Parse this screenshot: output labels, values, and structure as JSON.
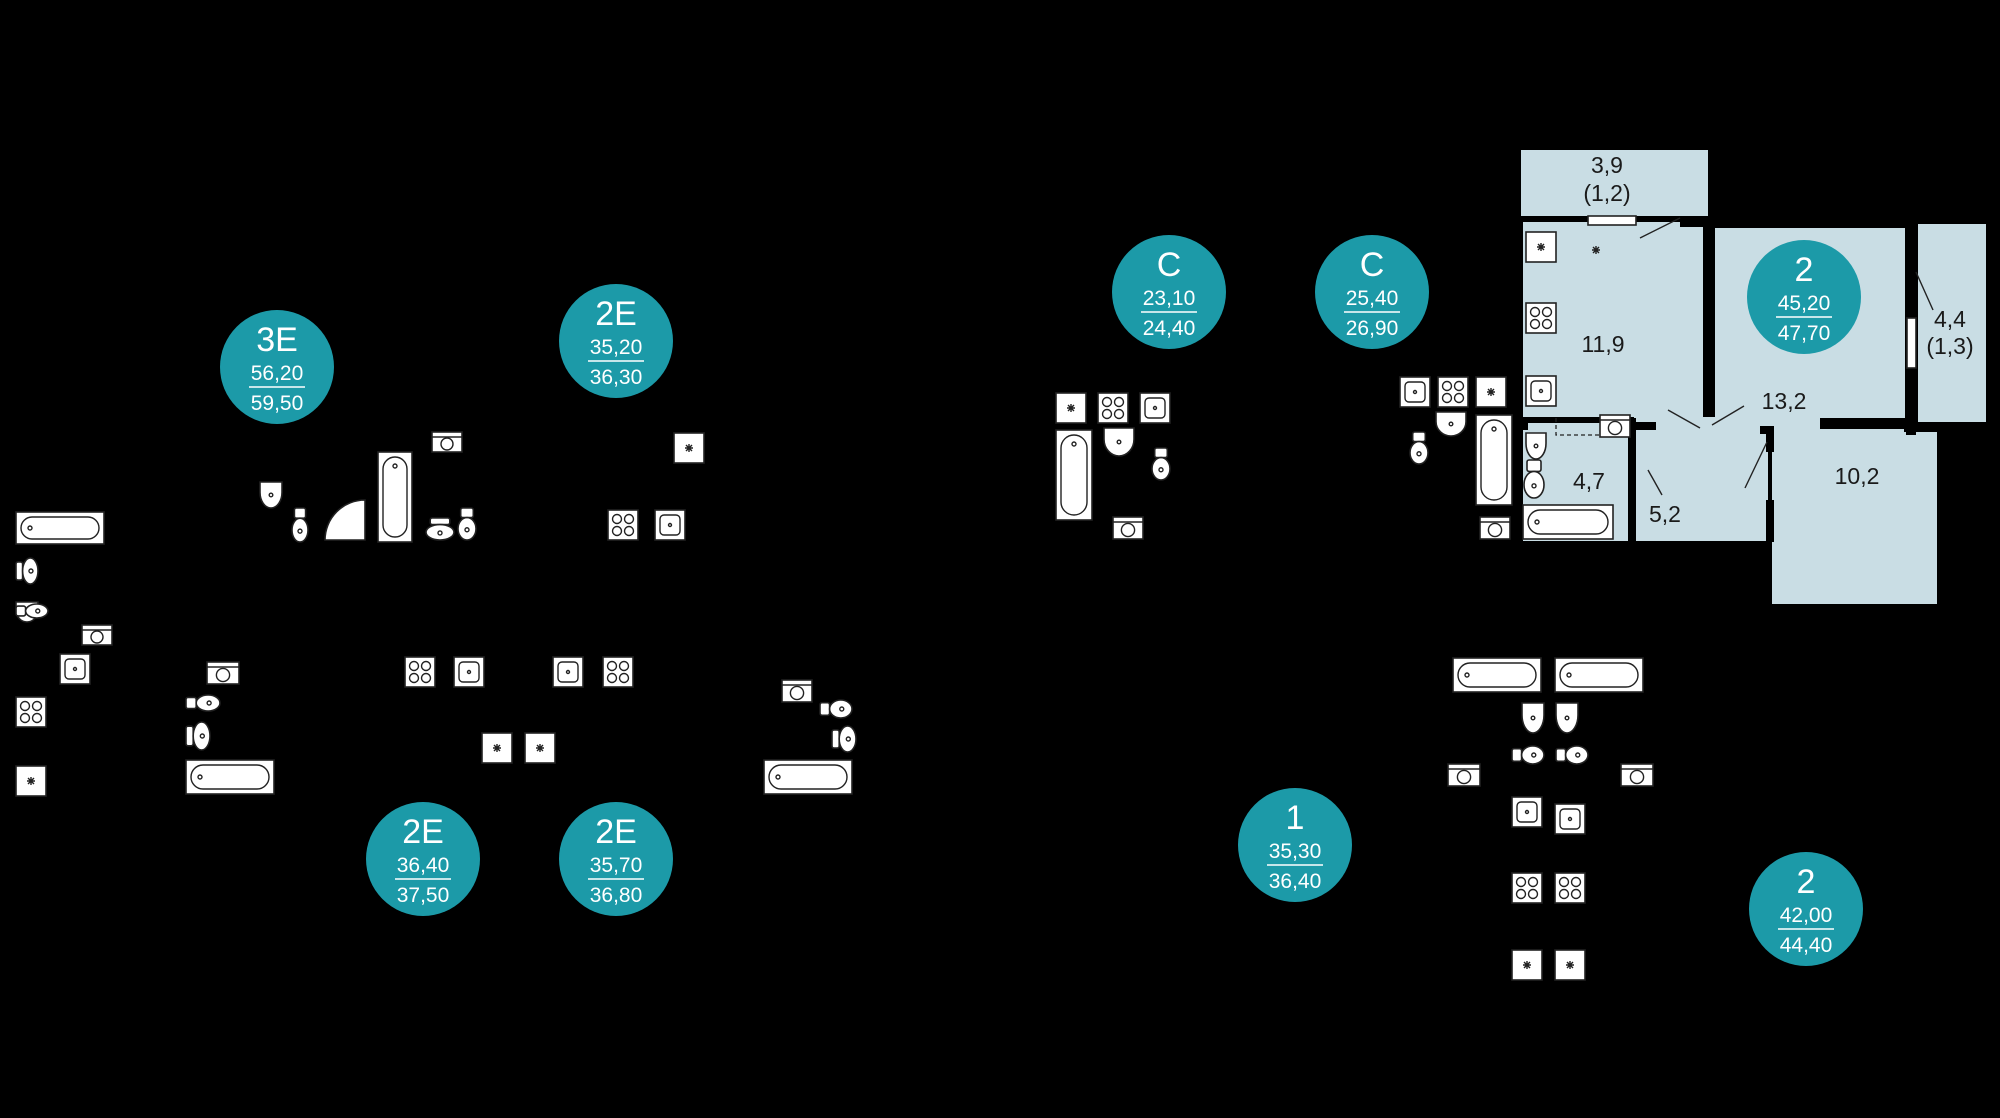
{
  "colors": {
    "background": "#000000",
    "badge": "#1c9aa8",
    "room_fill": "#c9dde4",
    "label_text": "#1a1a1a",
    "badge_text": "#ffffff"
  },
  "badges": [
    {
      "id": "3e",
      "type": "3E",
      "area_top": "56,20",
      "area_bottom": "59,50"
    },
    {
      "id": "2e-a",
      "type": "2E",
      "area_top": "35,20",
      "area_bottom": "36,30"
    },
    {
      "id": "2e-b",
      "type": "2E",
      "area_top": "36,40",
      "area_bottom": "37,50"
    },
    {
      "id": "2e-c",
      "type": "2E",
      "area_top": "35,70",
      "area_bottom": "36,80"
    },
    {
      "id": "c-a",
      "type": "С",
      "area_top": "23,10",
      "area_bottom": "24,40"
    },
    {
      "id": "c-b",
      "type": "С",
      "area_top": "25,40",
      "area_bottom": "26,90"
    },
    {
      "id": "2-a",
      "type": "2",
      "area_top": "45,20",
      "area_bottom": "47,70"
    },
    {
      "id": "1",
      "type": "1",
      "area_top": "35,30",
      "area_bottom": "36,40"
    },
    {
      "id": "2-b",
      "type": "2",
      "area_top": "42,00",
      "area_bottom": "44,40"
    }
  ],
  "rooms": {
    "balcony_top": {
      "area": "3,9",
      "sub": "(1,2)"
    },
    "kitchen": {
      "area": "11,9"
    },
    "living": {
      "area": "13,2"
    },
    "balcony_right": {
      "area": "4,4",
      "sub": "(1,3)"
    },
    "bathroom": {
      "area": "4,7"
    },
    "hall": {
      "area": "5,2"
    },
    "bedroom": {
      "area": "10,2"
    }
  },
  "icons": [
    "bathtub-icon",
    "toilet-icon",
    "sink-icon",
    "stove-icon",
    "washing-machine-icon",
    "ventilation-icon",
    "shower-icon"
  ]
}
